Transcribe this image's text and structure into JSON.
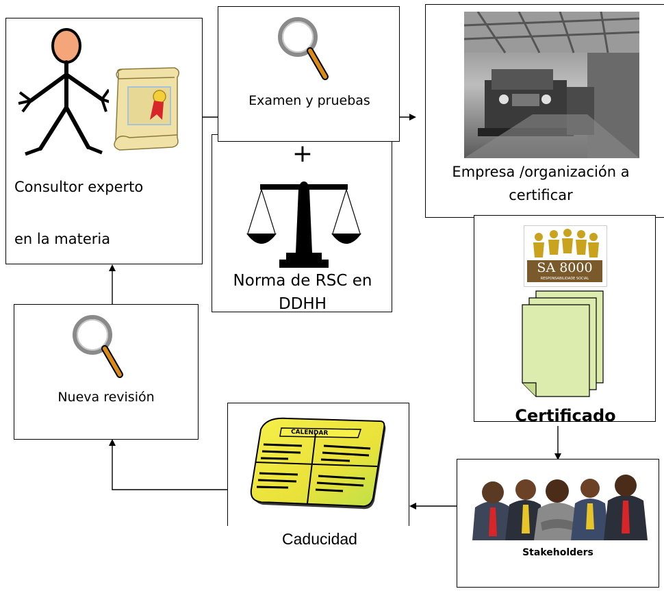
{
  "nodes": {
    "consultant": {
      "label_line1": "Consultor experto",
      "label_line2": "en la materia"
    },
    "exam": {
      "label": "Examen y pruebas"
    },
    "norm": {
      "plus": "+",
      "label_line1": "Norma de RSC en",
      "label_line2": "DDHH"
    },
    "company": {
      "label_line1": "Empresa /organización a",
      "label_line2": "certificar"
    },
    "certificate": {
      "logo_text": "SA 8000",
      "logo_subtext": "RESPONSABILIDADE SOCIAL",
      "label": "Certificado"
    },
    "stakeholders": {
      "label": "Stakeholders"
    },
    "expiry": {
      "label": "Caducidad",
      "calendar_heading": "CALENDAR"
    },
    "review": {
      "label": "Nueva revisión"
    }
  },
  "icons": [
    "stick-figure-icon",
    "certificate-scroll-icon",
    "magnifier-icon",
    "scales-of-justice-icon",
    "factory-photo",
    "sa8000-logo",
    "document-stack-icon",
    "business-people-icon",
    "calendar-icon"
  ],
  "colors": {
    "stroke": "#000000",
    "magnifier_handle": "#d98b1a",
    "scroll": "#f0e2a6",
    "ribbon": "#d8252a",
    "docs": "#dcecae",
    "calendar": "#f2e83c"
  }
}
